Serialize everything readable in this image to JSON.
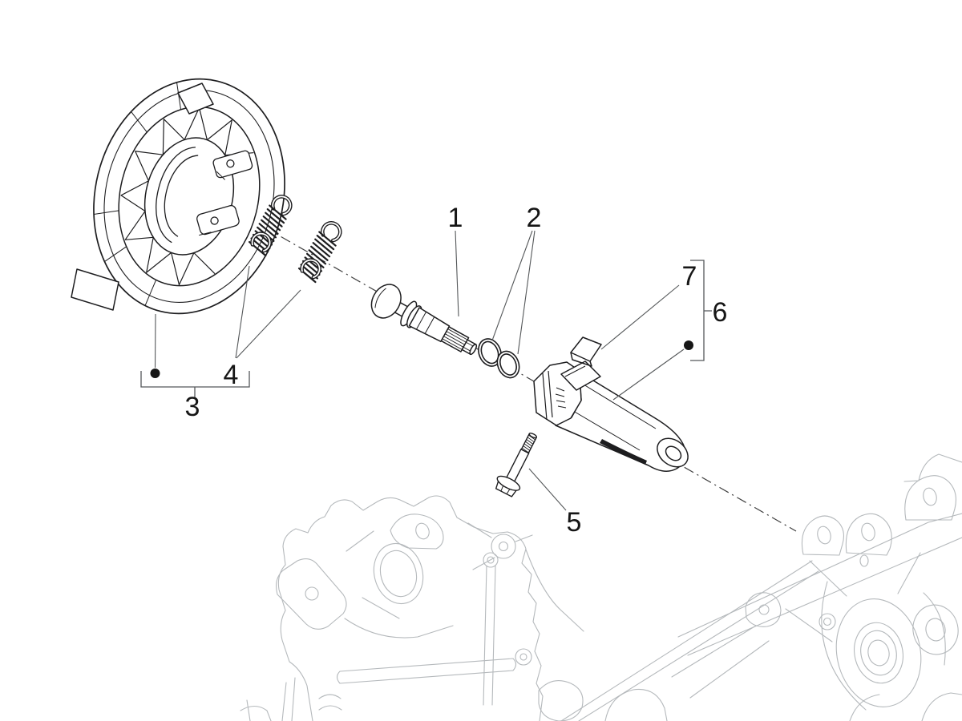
{
  "diagram": {
    "type": "exploded-parts-diagram",
    "callouts": {
      "c1": {
        "label": "1"
      },
      "c2": {
        "label": "2"
      },
      "c3": {
        "label": "3"
      },
      "c4": {
        "label": "4"
      },
      "c5": {
        "label": "5"
      },
      "c6": {
        "label": "6"
      },
      "c7": {
        "label": "7"
      }
    },
    "colors": {
      "part_line": "#1d1d1f",
      "leader_line": "#55585a",
      "background_line": "#b5b9bc",
      "axis_line": "#3f3f3f",
      "label_text": "#161616",
      "canvas": "#ffffff"
    }
  }
}
